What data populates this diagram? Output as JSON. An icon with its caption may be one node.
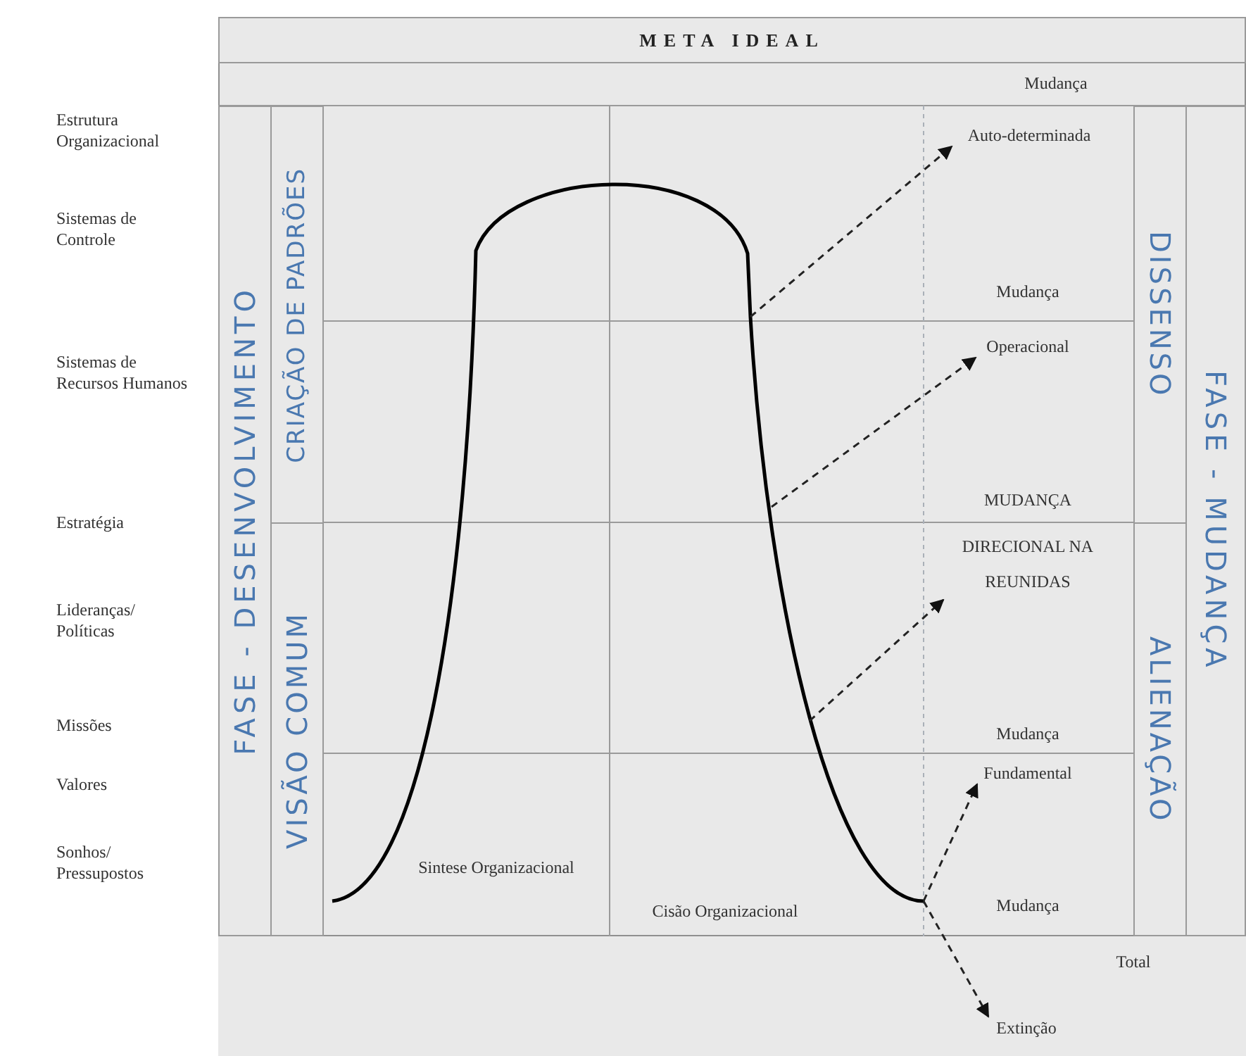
{
  "diagram": {
    "nodes": [
      {
        "text": [
          "META IDEAL"
        ]
      },
      {
        "text": [
          "FASE - DESENVOLVIMENTO"
        ]
      },
      {
        "text": [
          "CRIAÇÃO DE PADRÕES"
        ]
      },
      {
        "text": [
          "VISÃO COMUM"
        ]
      },
      {
        "text": [
          "DISSENSO"
        ]
      },
      {
        "text": [
          "ALIENAÇÃO"
        ]
      },
      {
        "text": [
          "FASE - MUDANÇA"
        ]
      },
      {
        "text": [],
        "shape": "curve"
      },
      {
        "text": [
          "Auto-determinada"
        ]
      },
      {
        "text": [
          "Operacional"
        ]
      },
      {
        "text": [
          "DIRECIONAL NA REUNIDAS"
        ]
      },
      {
        "text": [
          "Fundamental"
        ]
      },
      {
        "text": [
          "Extinção"
        ]
      }
    ],
    "edges": [
      {
        "from": 7,
        "to": 8,
        "arrow": "to",
        "style": "dashed"
      },
      {
        "from": 7,
        "to": 9,
        "arrow": "to",
        "style": "dashed"
      },
      {
        "from": 7,
        "to": 10,
        "arrow": "to",
        "style": "dashed"
      },
      {
        "from": 7,
        "to": 11,
        "arrow": "to",
        "style": "dashed"
      },
      {
        "from": 7,
        "to": 12,
        "arrow": "to",
        "style": "dashed"
      }
    ],
    "labels": [
      "Estrutura Organizacional",
      "Sistemas de Controle",
      "Sistemas de Recursos Humanos",
      "Estratégia",
      "Lideranças/ Políticas",
      "Missões",
      "Valores",
      "Sonhos/ Pressupostos",
      "Mudança",
      "Mudança",
      "MUDANÇA",
      "Mudança",
      "Sintese Organizacional",
      "Cisão Organizacional",
      "Mudança",
      "Total"
    ]
  }
}
